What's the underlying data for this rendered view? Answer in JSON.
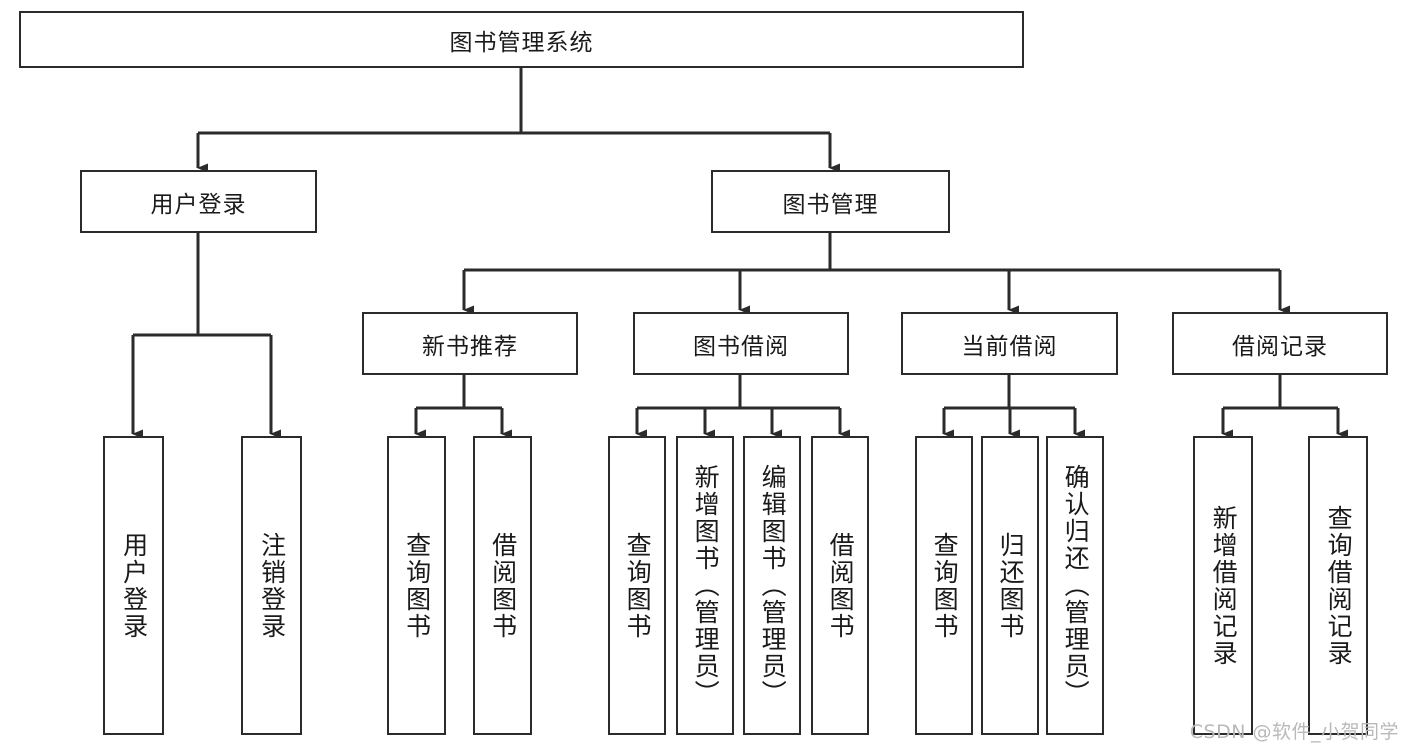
{
  "diagram": {
    "title": "图书管理系统",
    "type": "tree",
    "watermark": "CSDN @软件_小贺同学",
    "colors": {
      "border": "#2b2b2b",
      "fill": "#ffffff",
      "text": "#1a1a1a",
      "edge": "#2b2b2b",
      "watermark": "#b9b9b9"
    },
    "root": {
      "id": "root",
      "label": "图书管理系统",
      "orientation": "horizontal"
    },
    "level2": [
      {
        "id": "user-login",
        "label": "用户登录",
        "orientation": "horizontal"
      },
      {
        "id": "book-manage",
        "label": "图书管理",
        "orientation": "horizontal"
      }
    ],
    "level3": [
      {
        "id": "new-book-recommend",
        "label": "新书推荐",
        "orientation": "horizontal",
        "parent": "book-manage"
      },
      {
        "id": "book-borrow",
        "label": "图书借阅",
        "orientation": "horizontal",
        "parent": "book-manage"
      },
      {
        "id": "current-borrow",
        "label": "当前借阅",
        "orientation": "horizontal",
        "parent": "book-manage"
      },
      {
        "id": "borrow-record",
        "label": "借阅记录",
        "orientation": "horizontal",
        "parent": "book-manage"
      }
    ],
    "leaves": [
      {
        "id": "leaf-user-login",
        "label": "用户登录",
        "orientation": "vertical",
        "parent": "user-login"
      },
      {
        "id": "leaf-user-logout",
        "label": "注销登录",
        "orientation": "vertical",
        "parent": "user-login"
      },
      {
        "id": "leaf-query-book-1",
        "label": "查询图书",
        "orientation": "vertical",
        "parent": "new-book-recommend"
      },
      {
        "id": "leaf-borrow-book-1",
        "label": "借阅图书",
        "orientation": "vertical",
        "parent": "new-book-recommend"
      },
      {
        "id": "leaf-query-book-2",
        "label": "查询图书",
        "orientation": "vertical",
        "parent": "book-borrow"
      },
      {
        "id": "leaf-add-book",
        "label": "新增图书（管理员）",
        "orientation": "vertical",
        "parent": "book-borrow"
      },
      {
        "id": "leaf-edit-book",
        "label": "编辑图书（管理员）",
        "orientation": "vertical",
        "parent": "book-borrow"
      },
      {
        "id": "leaf-borrow-book-2",
        "label": "借阅图书",
        "orientation": "vertical",
        "parent": "book-borrow"
      },
      {
        "id": "leaf-query-book-3",
        "label": "查询图书",
        "orientation": "vertical",
        "parent": "current-borrow"
      },
      {
        "id": "leaf-return-book",
        "label": "归还图书",
        "orientation": "vertical",
        "parent": "current-borrow"
      },
      {
        "id": "leaf-confirm-return",
        "label": "确认归还（管理员）",
        "orientation": "vertical",
        "parent": "current-borrow"
      },
      {
        "id": "leaf-add-record",
        "label": "新增借阅记录",
        "orientation": "vertical",
        "parent": "borrow-record"
      },
      {
        "id": "leaf-query-record",
        "label": "查询借阅记录",
        "orientation": "vertical",
        "parent": "borrow-record"
      }
    ]
  }
}
